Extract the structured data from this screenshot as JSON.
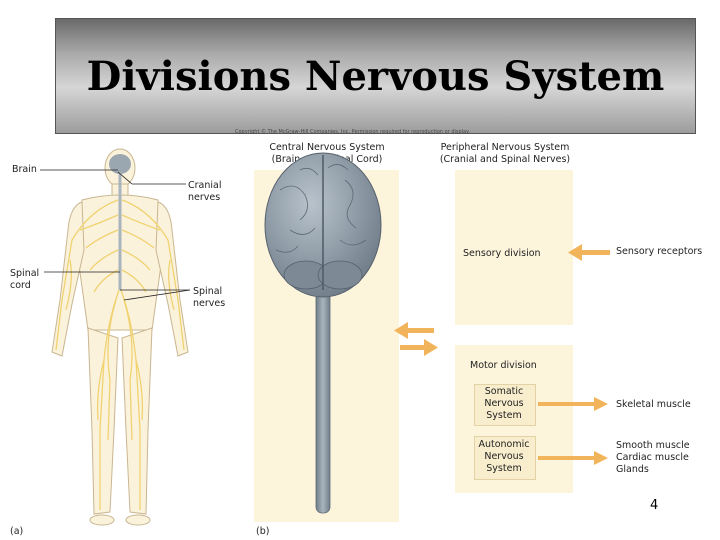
{
  "title": "Divisions Nervous System",
  "copyright": "Copyright © The McGraw-Hill Companies, Inc. Permission required for reproduction or display.",
  "headers": {
    "cns": [
      "Central Nervous System",
      "(Brain and Spinal Cord)"
    ],
    "pns": [
      "Peripheral Nervous System",
      "(Cranial and Spinal Nerves)"
    ]
  },
  "labels": {
    "brain": "Brain",
    "spinal_cord": [
      "Spinal",
      "cord"
    ],
    "cranial_nerves": [
      "Cranial",
      "nerves"
    ],
    "spinal_nerves": [
      "Spinal",
      "nerves"
    ],
    "sensory_division": "Sensory division",
    "sensory_receptors": "Sensory receptors",
    "motor_division": "Motor division",
    "somatic": [
      "Somatic",
      "Nervous",
      "System"
    ],
    "autonomic": [
      "Autonomic",
      "Nervous",
      "System"
    ],
    "skeletal": "Skeletal muscle",
    "smooth": [
      "Smooth muscle",
      "Cardiac muscle",
      "Glands"
    ],
    "panel_a": "(a)",
    "panel_b": "(b)"
  },
  "page_number": "4",
  "colors": {
    "arrow": "#f2b45a",
    "nerve": "#f0d270",
    "brain": "#8d9aa6",
    "beige": "#fdf4dc"
  }
}
